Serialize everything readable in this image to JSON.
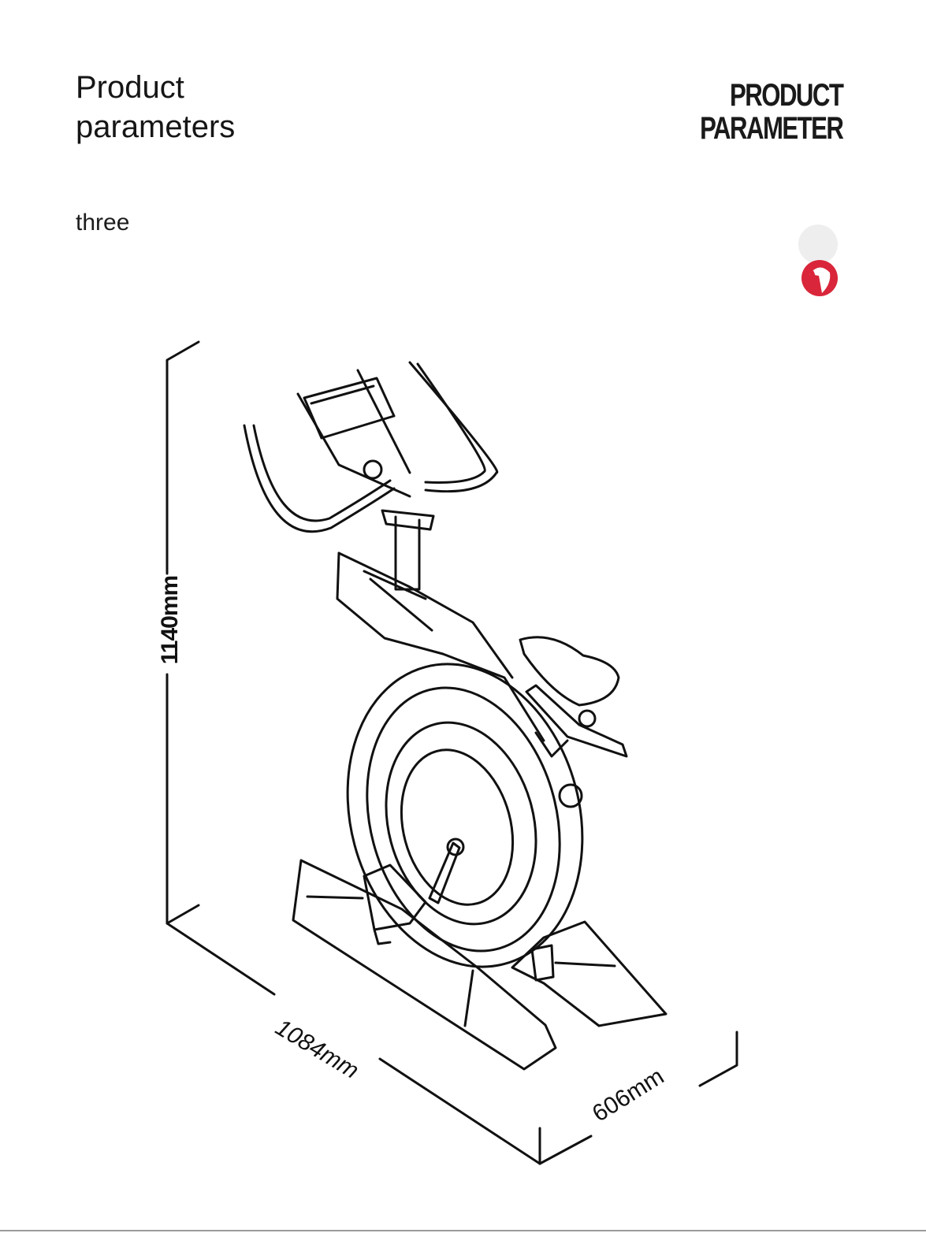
{
  "title": {
    "line1": "Product",
    "line2": "parameters",
    "en_line1": "PRODUCT",
    "en_line2": "PARAMETER"
  },
  "subtitle": "three",
  "dimensions": {
    "height": "1140mm",
    "length": "1084mm",
    "width": "606mm"
  },
  "brand": {
    "logo_icon": "brand-logo-icon",
    "accent": "#d9263a"
  }
}
